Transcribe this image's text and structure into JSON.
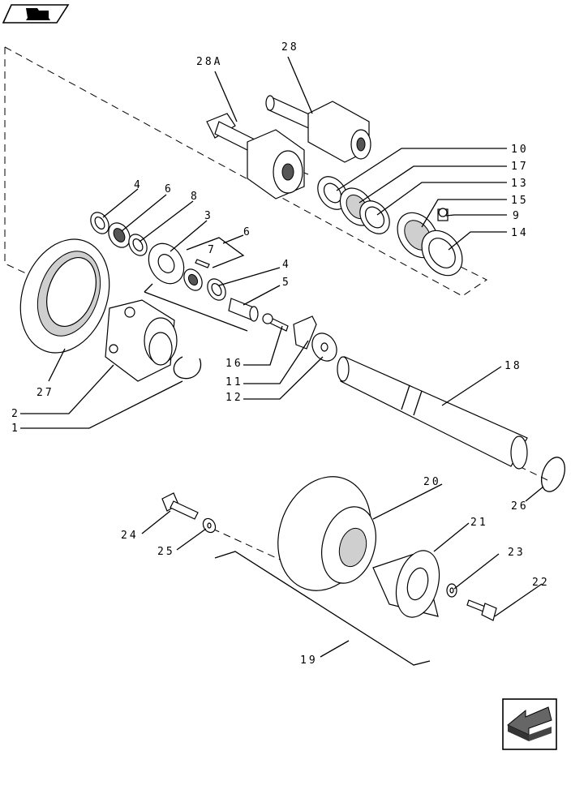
{
  "diagram": {
    "callouts": [
      {
        "id": "c28",
        "text": "28"
      },
      {
        "id": "c28a",
        "text": "28A"
      },
      {
        "id": "c10",
        "text": "10"
      },
      {
        "id": "c17",
        "text": "17"
      },
      {
        "id": "c13",
        "text": "13"
      },
      {
        "id": "c15",
        "text": "15"
      },
      {
        "id": "c9",
        "text": "9"
      },
      {
        "id": "c14",
        "text": "14"
      },
      {
        "id": "c4a",
        "text": "4"
      },
      {
        "id": "c6a",
        "text": "6"
      },
      {
        "id": "c8",
        "text": "8"
      },
      {
        "id": "c3",
        "text": "3"
      },
      {
        "id": "c6b",
        "text": "6"
      },
      {
        "id": "c7",
        "text": "7"
      },
      {
        "id": "c4b",
        "text": "4"
      },
      {
        "id": "c5",
        "text": "5"
      },
      {
        "id": "c16",
        "text": "16"
      },
      {
        "id": "c11",
        "text": "11"
      },
      {
        "id": "c12",
        "text": "12"
      },
      {
        "id": "c18",
        "text": "18"
      },
      {
        "id": "c27",
        "text": "27"
      },
      {
        "id": "c2",
        "text": "2"
      },
      {
        "id": "c1",
        "text": "1"
      },
      {
        "id": "c20",
        "text": "20"
      },
      {
        "id": "c21",
        "text": "21"
      },
      {
        "id": "c23",
        "text": "23"
      },
      {
        "id": "c22",
        "text": "22"
      },
      {
        "id": "c26",
        "text": "26"
      },
      {
        "id": "c24",
        "text": "24"
      },
      {
        "id": "c25",
        "text": "25"
      },
      {
        "id": "c19",
        "text": "19"
      }
    ]
  },
  "icons": {
    "top_left": "book-icon",
    "bottom_right": "navigation-arrow-icon"
  }
}
